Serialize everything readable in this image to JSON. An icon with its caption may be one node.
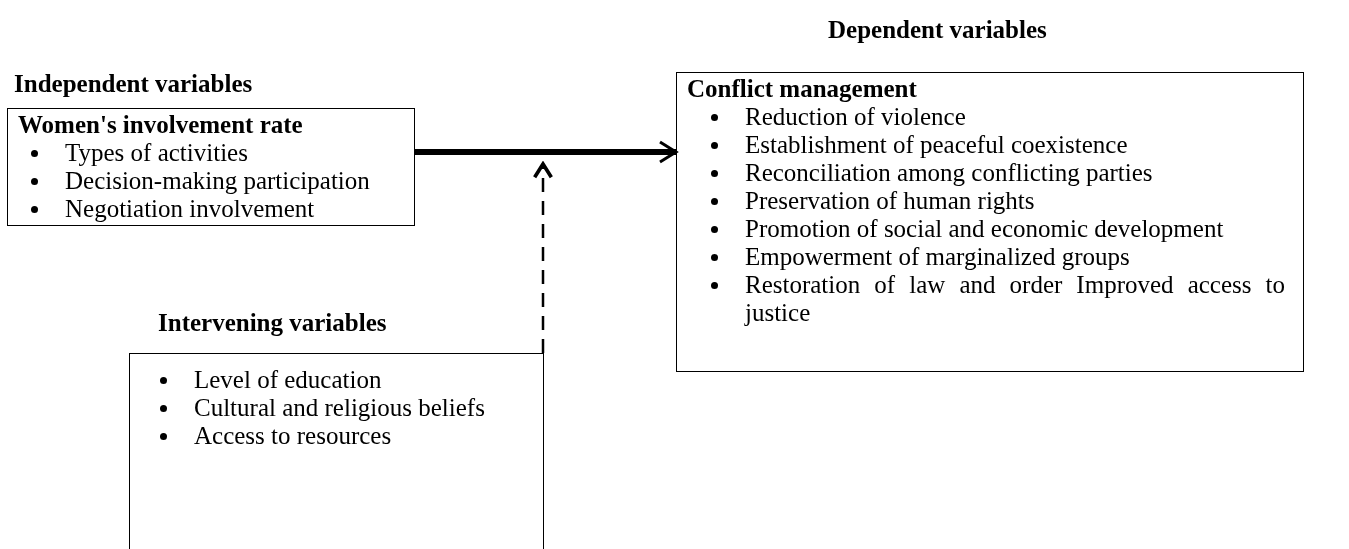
{
  "diagram": {
    "nodes": [
      {
        "text": [
          "Women's involvement rate",
          "Types of activities",
          "Decision-making participation",
          "Negotiation involvement"
        ],
        "beside": [
          "Independent variables"
        ]
      },
      {
        "text": [
          "Conflict management",
          "Reduction of violence",
          "Establishment of peaceful coexistence",
          "Reconciliation among conflicting parties",
          "Preservation of human rights",
          "Promotion of social and economic development",
          "Empowerment of marginalized groups",
          "Restoration of law and order Improved access to justice"
        ],
        "beside": [
          "Dependent variables"
        ]
      },
      {
        "text": [
          "Level of education",
          "Cultural and religious beliefs",
          "Access to resources"
        ],
        "beside": [
          "Intervening variables"
        ]
      }
    ],
    "edges": [
      {
        "from": 0,
        "to": 1,
        "arrow": "to",
        "style": "thick"
      },
      {
        "from": 2,
        "to": null,
        "arrow": "to",
        "style": "dashed"
      }
    ]
  }
}
